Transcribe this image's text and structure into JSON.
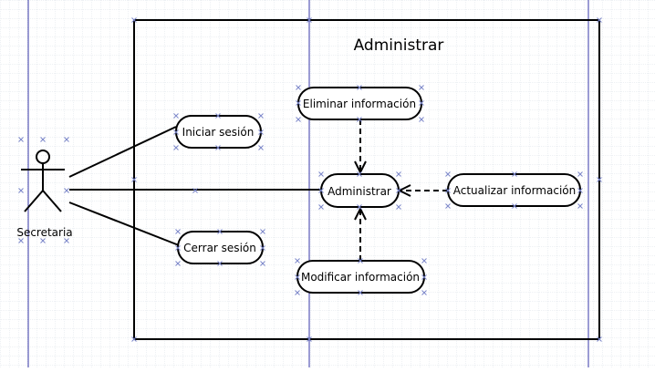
{
  "diagram": {
    "system_title": "Administrar",
    "actor_label": "Secretaria",
    "use_cases": {
      "eliminar": "Eliminar información",
      "iniciar": "Iniciar sesión",
      "administrar": "Administrar",
      "actualizar": "Actualizar información",
      "cerrar": "Cerrar sesión",
      "modificar": "Modificar información"
    }
  },
  "colors": {
    "grid": "#dde3ea",
    "guide_line": "#3a3aa8",
    "handle_marker": "#7b86c9",
    "stroke": "#000000"
  }
}
